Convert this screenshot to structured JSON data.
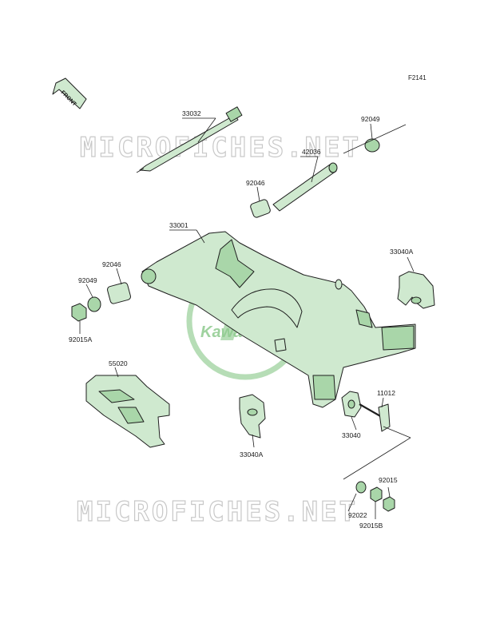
{
  "figure_code": "F2141",
  "front_label": "FRONT",
  "watermark_text": "MICROFICHES.NET",
  "logo_text": "Kawasaki",
  "colors": {
    "part_fill": "#cfe9cf",
    "part_shade": "#a9d6a9",
    "outline": "#1e1e1e",
    "logo": "#8fcb8f",
    "watermark": "#c8c8c8"
  },
  "parts": {
    "p33032": "33032",
    "p92049_top": "92049",
    "p42036": "42036",
    "p92046_top": "92046",
    "p33001": "33001",
    "p33040A_right": "33040A",
    "p92046_left": "92046",
    "p92049_left": "92049",
    "p92015A": "92015A",
    "p55020": "55020",
    "p11012": "11012",
    "p33040": "33040",
    "p33040A_bottom": "33040A",
    "p92015": "92015",
    "p92022": "92022",
    "p92015B": "92015B"
  }
}
